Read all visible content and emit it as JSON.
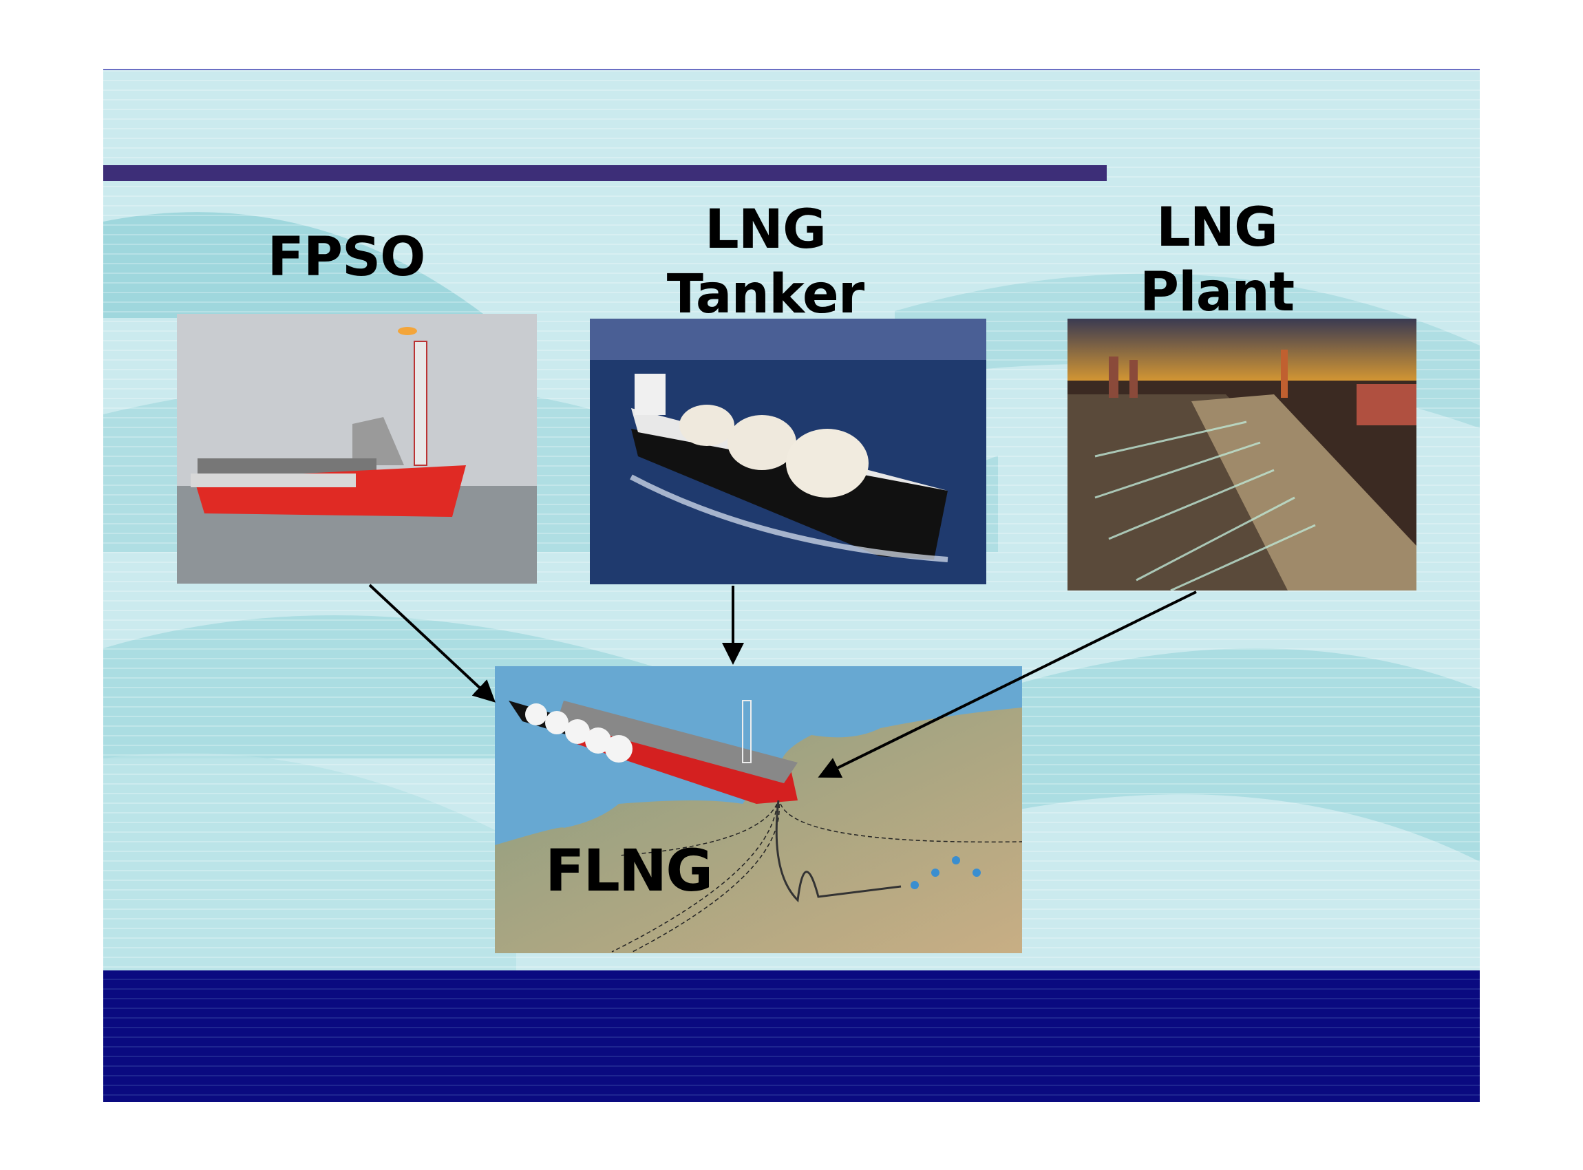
{
  "labels": {
    "fpso": "FPSO",
    "lng_tanker_line1": "LNG",
    "lng_tanker_line2": "Tanker",
    "lng_plant_line1": "LNG",
    "lng_plant_line2": "Plant",
    "flng": "FLNG"
  },
  "colors": {
    "background": "#cbeaee",
    "title_bar": "#3d2e78",
    "footer": "#0a0a80"
  }
}
